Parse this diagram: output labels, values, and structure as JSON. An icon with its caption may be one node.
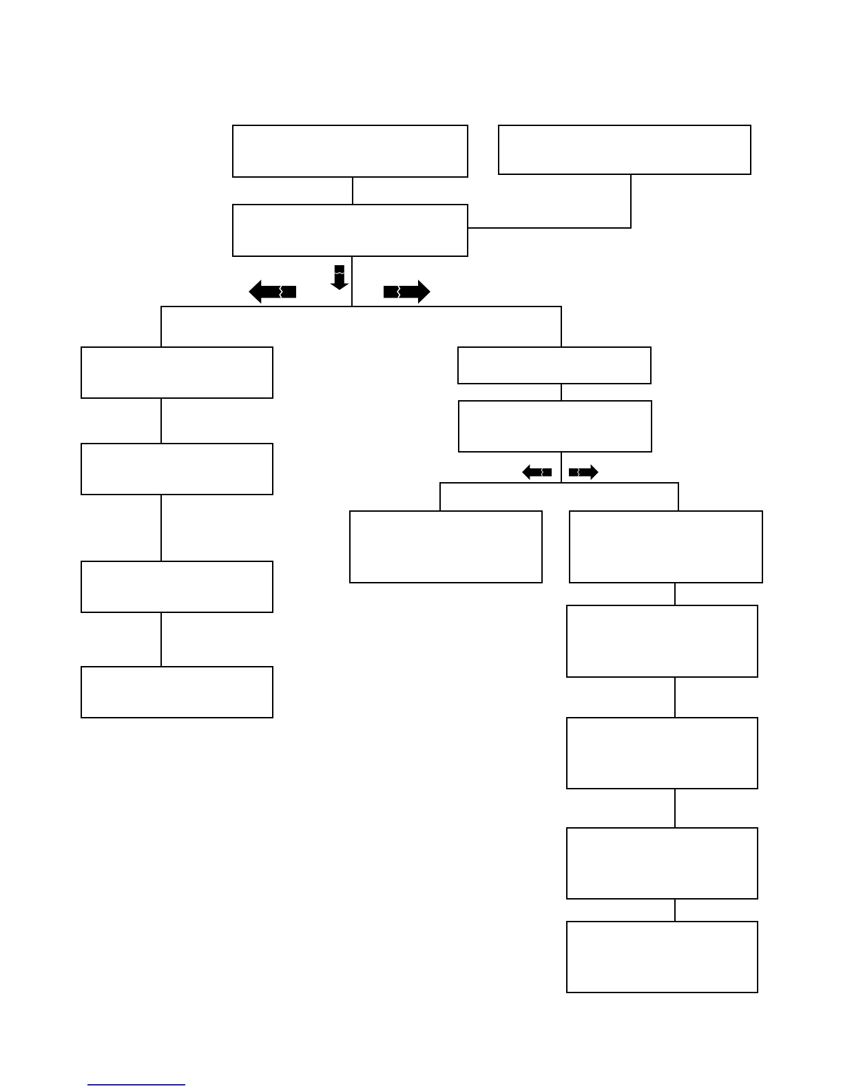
{
  "diagram": {
    "nodes": [
      {
        "text": [],
        "shape": "box"
      },
      {
        "text": [],
        "shape": "box"
      },
      {
        "text": [],
        "shape": "box"
      },
      {
        "text": [],
        "shape": "box"
      },
      {
        "text": [],
        "shape": "box"
      },
      {
        "text": [],
        "shape": "box"
      },
      {
        "text": [],
        "shape": "box"
      },
      {
        "text": [],
        "shape": "box"
      },
      {
        "text": [],
        "shape": "box"
      },
      {
        "text": [],
        "shape": "box"
      },
      {
        "text": [],
        "shape": "box"
      },
      {
        "text": [],
        "shape": "box"
      },
      {
        "text": [],
        "shape": "box"
      },
      {
        "text": [],
        "shape": "box"
      },
      {
        "text": [],
        "shape": "box"
      }
    ],
    "edges": [
      {
        "from": 0,
        "to": 2,
        "arrow": "none"
      },
      {
        "from": 1,
        "to": 2,
        "arrow": "none"
      },
      {
        "from": 2,
        "to": 3,
        "arrow": "none"
      },
      {
        "from": 2,
        "to": 4,
        "arrow": "none"
      },
      {
        "from": 3,
        "to": 6,
        "arrow": "none"
      },
      {
        "from": 6,
        "to": 9,
        "arrow": "none"
      },
      {
        "from": 9,
        "to": 11,
        "arrow": "none"
      },
      {
        "from": 4,
        "to": 5,
        "arrow": "none"
      },
      {
        "from": 5,
        "to": 7,
        "arrow": "none"
      },
      {
        "from": 5,
        "to": 8,
        "arrow": "none"
      },
      {
        "from": 8,
        "to": 10,
        "arrow": "none"
      },
      {
        "from": 10,
        "to": 12,
        "arrow": "none"
      },
      {
        "from": 12,
        "to": 13,
        "arrow": "none"
      },
      {
        "from": 13,
        "to": 14,
        "arrow": "none"
      }
    ]
  }
}
